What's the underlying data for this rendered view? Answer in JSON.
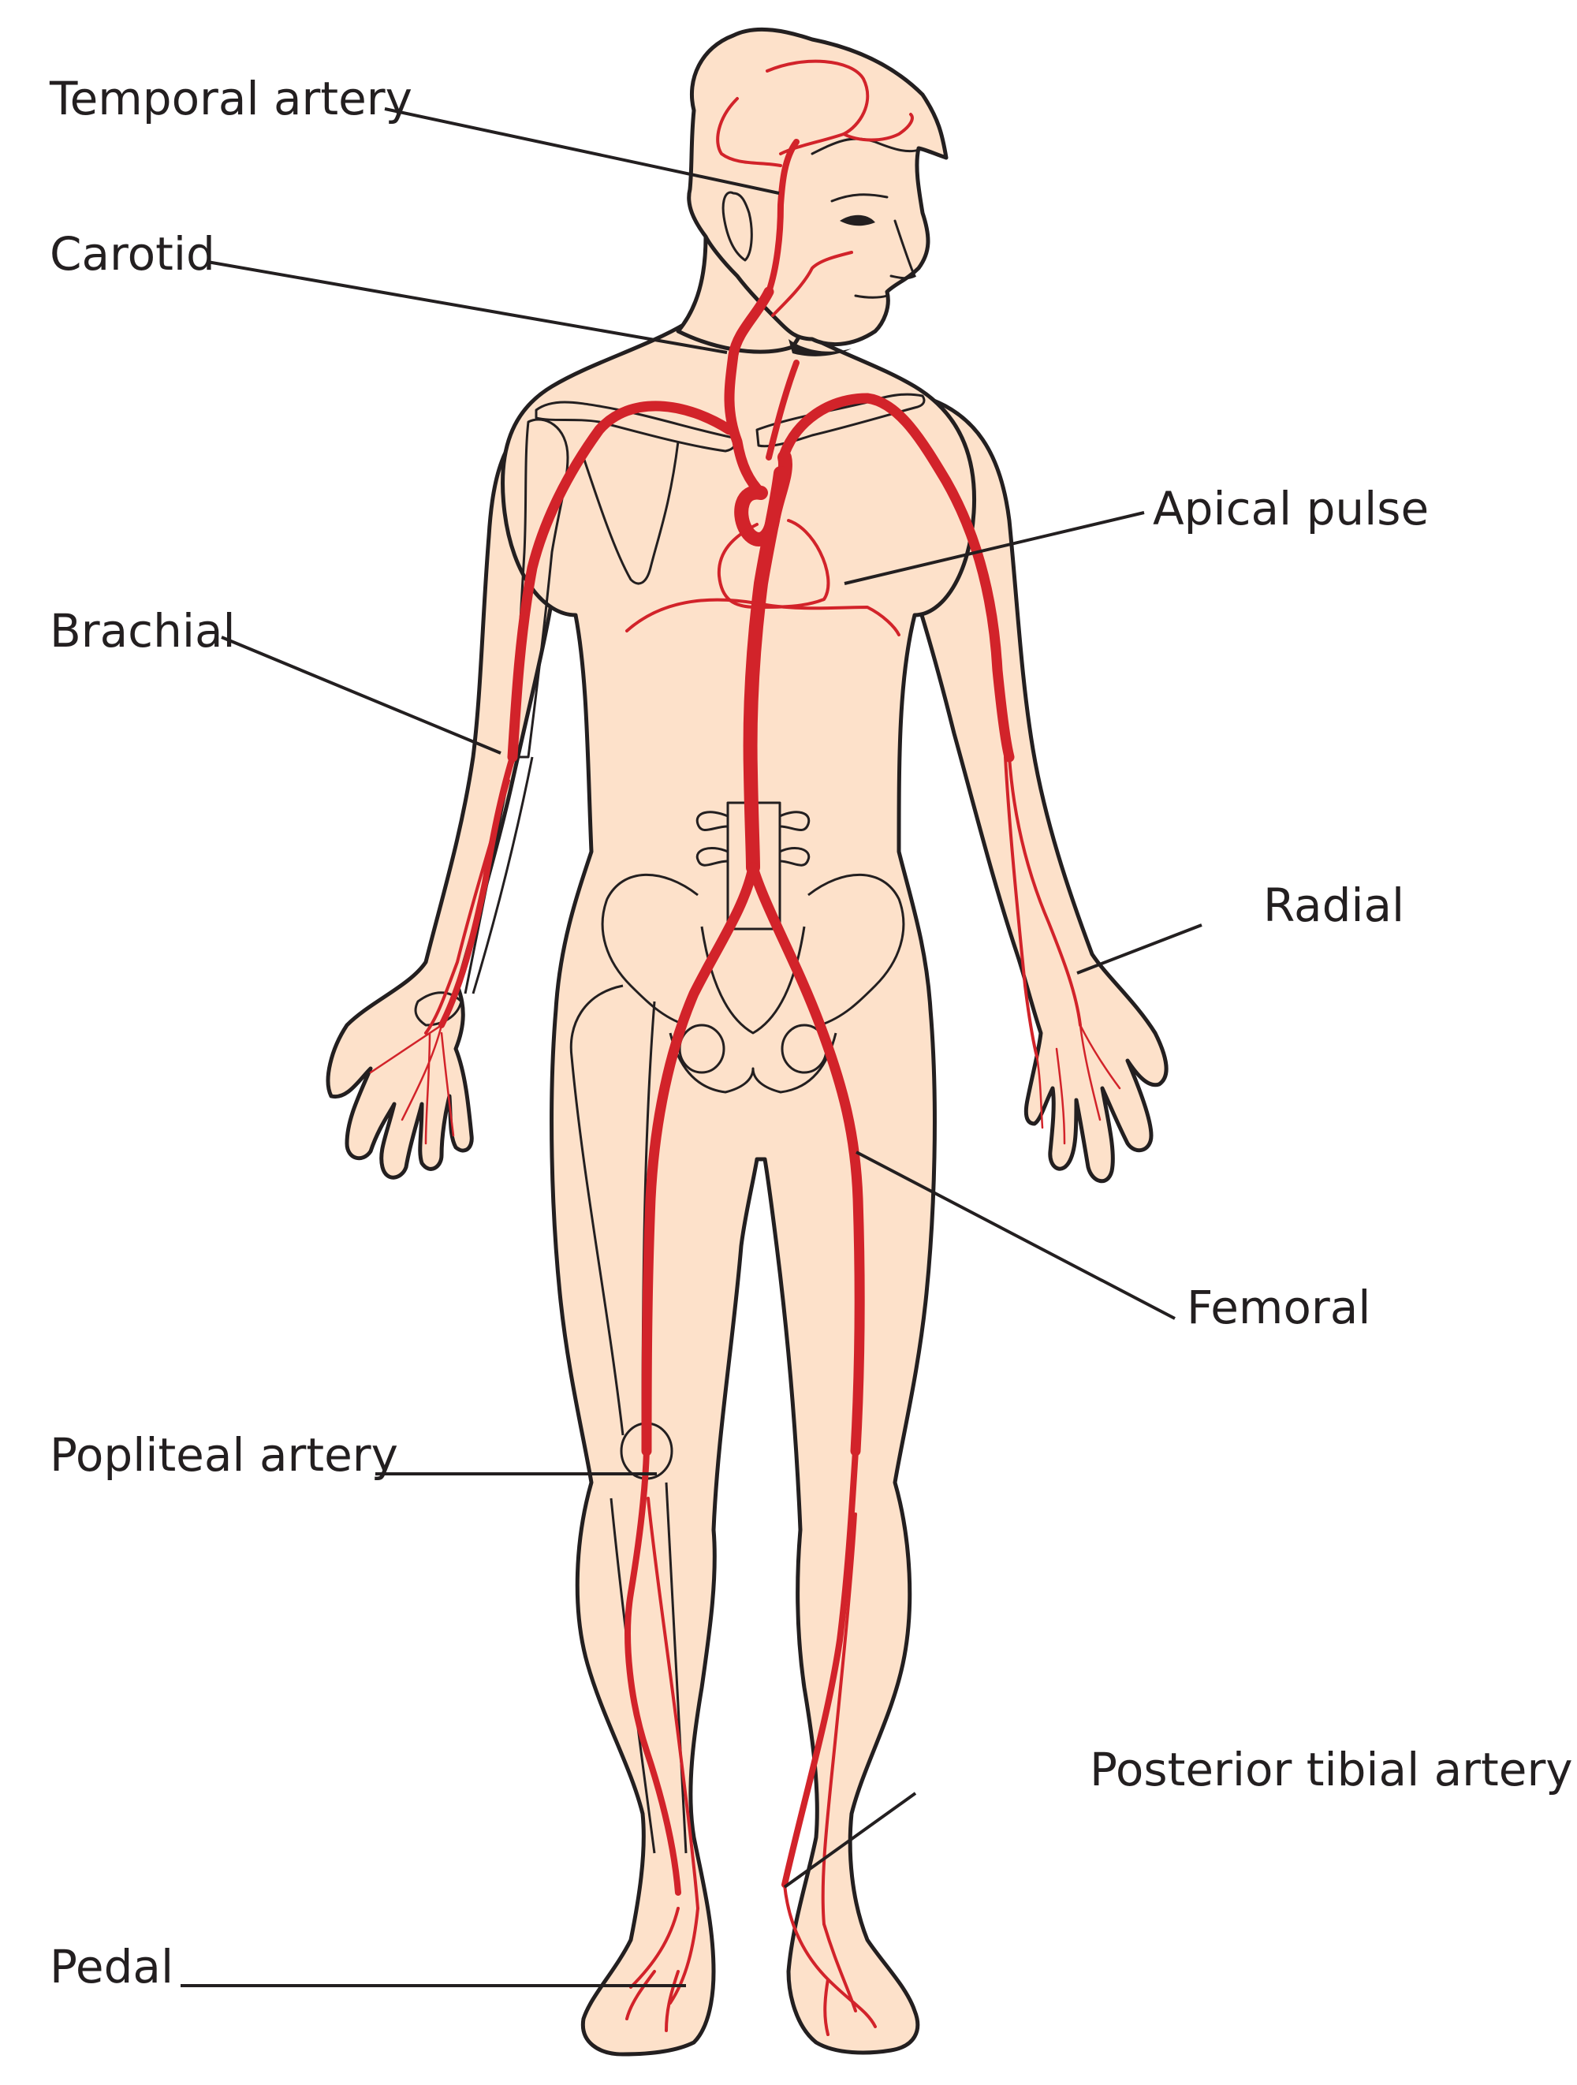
{
  "figure": {
    "subject": "Human body anterior view showing arterial pulse points",
    "colors": {
      "skin": "#fde1ca",
      "artery": "#d2232a",
      "outline": "#231f20",
      "background": "#ffffff"
    }
  },
  "labels": [
    {
      "id": "temporal",
      "text": "Temporal artery",
      "side": "left"
    },
    {
      "id": "carotid",
      "text": "Carotid",
      "side": "left"
    },
    {
      "id": "apical",
      "text": "Apical pulse",
      "side": "right"
    },
    {
      "id": "brachial",
      "text": "Brachial",
      "side": "left"
    },
    {
      "id": "radial",
      "text": "Radial",
      "side": "right"
    },
    {
      "id": "femoral",
      "text": "Femoral",
      "side": "right"
    },
    {
      "id": "popliteal",
      "text": "Popliteal artery",
      "side": "left"
    },
    {
      "id": "posterior_tibial",
      "text": "Posterior tibial artery",
      "side": "right"
    },
    {
      "id": "pedal",
      "text": "Pedal",
      "side": "left"
    }
  ]
}
